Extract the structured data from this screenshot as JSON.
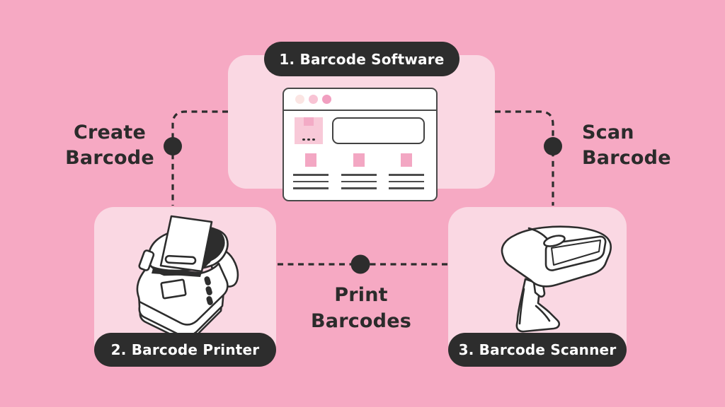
{
  "diagram": {
    "type": "flow-infographic",
    "topic": "Barcode workflow"
  },
  "colors": {
    "background": "#f6a9c3",
    "card": "#fad8e3",
    "pill": "#2d2d2d",
    "pill_text": "#ffffff",
    "label_text": "#2b2b2b",
    "connector_line": "#2d2d2d",
    "illustration_stroke": "#2d2d2d",
    "window_border": "#494949",
    "pink_medium": "#f3a7c3",
    "pink_box": "#f8c9d8",
    "pink_box_inner": "#f3abc6",
    "window_dot_1": "#fbe5e3",
    "window_dot_2": "#f8c3d4",
    "window_dot_3": "#f19fc0",
    "text_line_gray": "#4d4d4d"
  },
  "nodes": {
    "software": {
      "label": "1. Barcode Software"
    },
    "printer": {
      "label": "2. Barcode Printer"
    },
    "scanner": {
      "label": "3. Barcode Scanner"
    }
  },
  "connectors": {
    "create": {
      "lines": [
        "Create",
        "Barcode"
      ]
    },
    "scan": {
      "lines": [
        "Scan",
        "Barcode"
      ]
    },
    "print": {
      "lines": [
        "Print",
        "Barcodes"
      ]
    }
  },
  "icons": {
    "software": "browser-window-illustration",
    "printer": "barcode-printer-illustration",
    "scanner": "barcode-scanner-illustration"
  }
}
